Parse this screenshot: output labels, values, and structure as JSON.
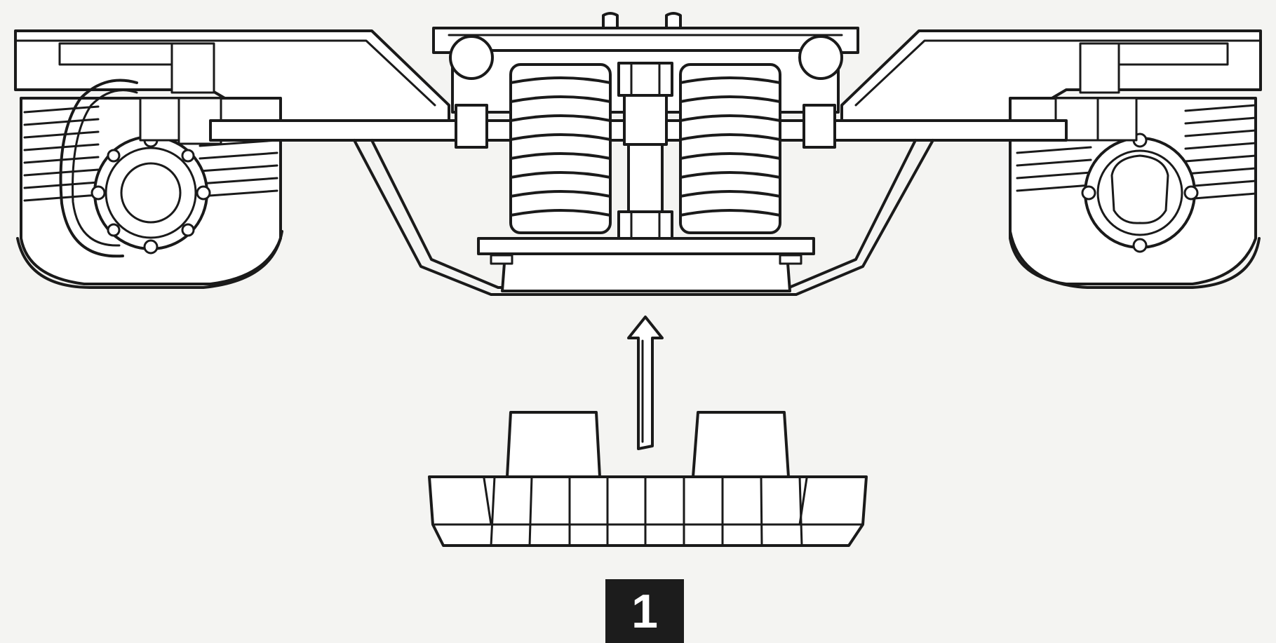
{
  "step": {
    "number": "1"
  },
  "parts": {
    "bogie": "bogie-assembly",
    "insert": "bolster-insert",
    "arrow": "assembly-direction-arrow"
  },
  "colors": {
    "line": "#1a1a1a",
    "background": "#f4f4f2",
    "badge": "#1c1c1c"
  }
}
